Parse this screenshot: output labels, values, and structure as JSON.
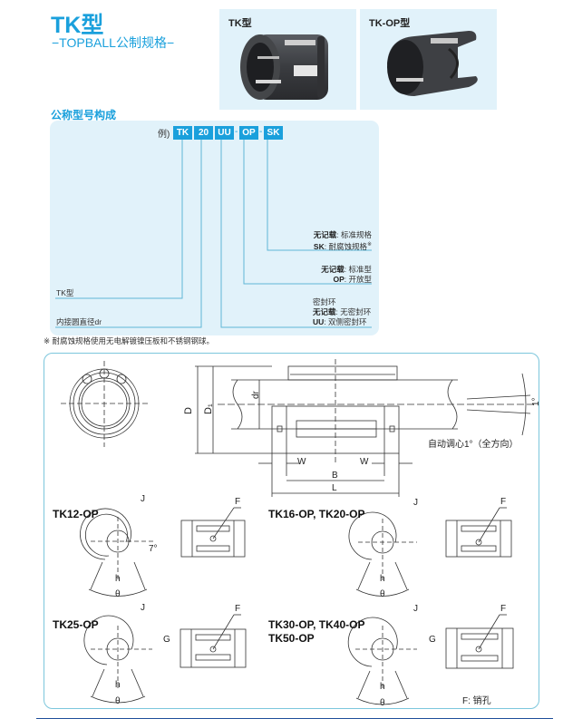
{
  "header": {
    "title": "TK型",
    "subtitle": "−TOPBALL公制规格−"
  },
  "photos": [
    {
      "label": "TK型",
      "name": "tk-type"
    },
    {
      "label": "TK-OP型",
      "name": "tk-op-type"
    }
  ],
  "designation": {
    "heading": "公称型号构成",
    "example_prefix": "例)",
    "codes": [
      "TK",
      "20",
      "UU",
      "OP",
      "SK"
    ],
    "separator": "-",
    "accent_color": "#1aa0dc",
    "explanations": {
      "sk": {
        "line1_label": "无记载",
        "line1_text": ": 标准规格",
        "line2_label": "SK",
        "line2_text": ": 耐腐蚀规格",
        "mark": "※"
      },
      "op": {
        "line1_label": "无记载",
        "line1_text": ": 标准型",
        "line2_label": "OP",
        "line2_text": ": 开放型"
      },
      "uu": {
        "title": "密封环",
        "line1_label": "无记载",
        "line1_text": ": 无密封环",
        "line2_label": "UU",
        "line2_text": ": 双侧密封环"
      },
      "tk": "TK型",
      "dr": "内接圆直径dr"
    },
    "footnote": "※ 耐腐蚀规格使用无电解镀镍压板和不锈钢钢球。"
  },
  "drawing": {
    "dims": {
      "D": "D",
      "D1": "D₁",
      "dr": "dr",
      "W": "W",
      "B": "B",
      "L": "L",
      "angle": "1°",
      "J": "J",
      "F": "F",
      "G": "G",
      "h": "h",
      "theta": "θ",
      "seven_deg": "7°"
    },
    "self_align_note": "自动调心1°（全方向）",
    "variants": [
      {
        "title_lines": [
          "TK12-OP"
        ]
      },
      {
        "title_lines": [
          "TK16-OP, TK20-OP"
        ]
      },
      {
        "title_lines": [
          "TK25-OP"
        ]
      },
      {
        "title_lines": [
          "TK30-OP, TK40-OP",
          "TK50-OP"
        ]
      }
    ],
    "legend": "F: 销孔"
  },
  "colors": {
    "accent": "#1aa0dc",
    "panel": "#e1f2fa",
    "box_border": "#7cc6dc",
    "rule": "#1f4e9a"
  }
}
